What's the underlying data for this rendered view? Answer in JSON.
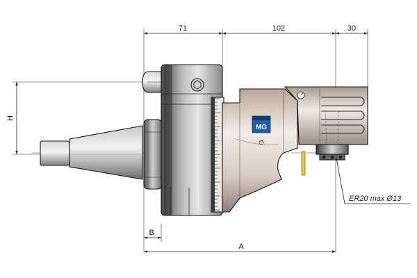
{
  "dimensions": {
    "top_left": "71",
    "top_middle": "102",
    "top_right": "30",
    "height_label": "H",
    "offset_label": "B",
    "overall_label": "A"
  },
  "callout": {
    "collet": "ER20 max Ø13"
  },
  "logo": {
    "text": "MG"
  }
}
